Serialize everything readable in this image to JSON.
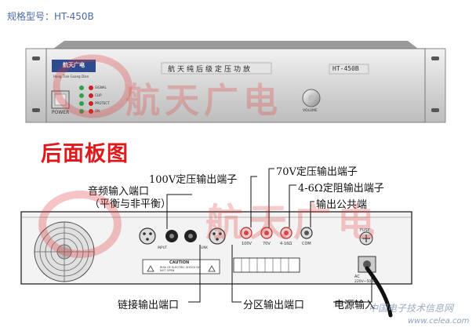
{
  "model_label": "规格型号：HT-450B",
  "front_panel": {
    "logo_text": "航天广电",
    "logo_sub": "Hang Tian Guang Dian",
    "product_name": "航天纯后级定压功放",
    "model": "HT-450B",
    "power_label": "POWER",
    "volume_label": "VOLUME",
    "indicators": [
      "SIGNAL",
      "CLIP",
      "PROTECT",
      "ON"
    ]
  },
  "rear_title": "后面板图",
  "callouts": {
    "audio_in": "音频输入端口",
    "audio_in_sub": "（平衡与非平衡）",
    "out_100v": "100V定压输出端子",
    "out_70v": "70V定压输出端子",
    "out_4_6": "4-6Ω定阻输出端子",
    "out_com": "输出公共端",
    "link_out": "链接输出端口",
    "zone_out": "分区输出端口",
    "power_in": "电源输入"
  },
  "rear_panel": {
    "terminal_labels": [
      "100V",
      "70V",
      "4-16Ω",
      "COM"
    ],
    "fuse_label": "FUSE",
    "ac_label": "AC",
    "ac_spec": "220V~50Hz",
    "input_label": "INPUT",
    "link_label": "LINK",
    "caution_title": "CAUTION",
    "caution_text": "RISK OF ELECTRIC SHOCK DO NOT OPEN"
  },
  "watermark": "航天广电",
  "site_cn": "中国电子技术信息网",
  "site_url": "www.celea.com"
}
